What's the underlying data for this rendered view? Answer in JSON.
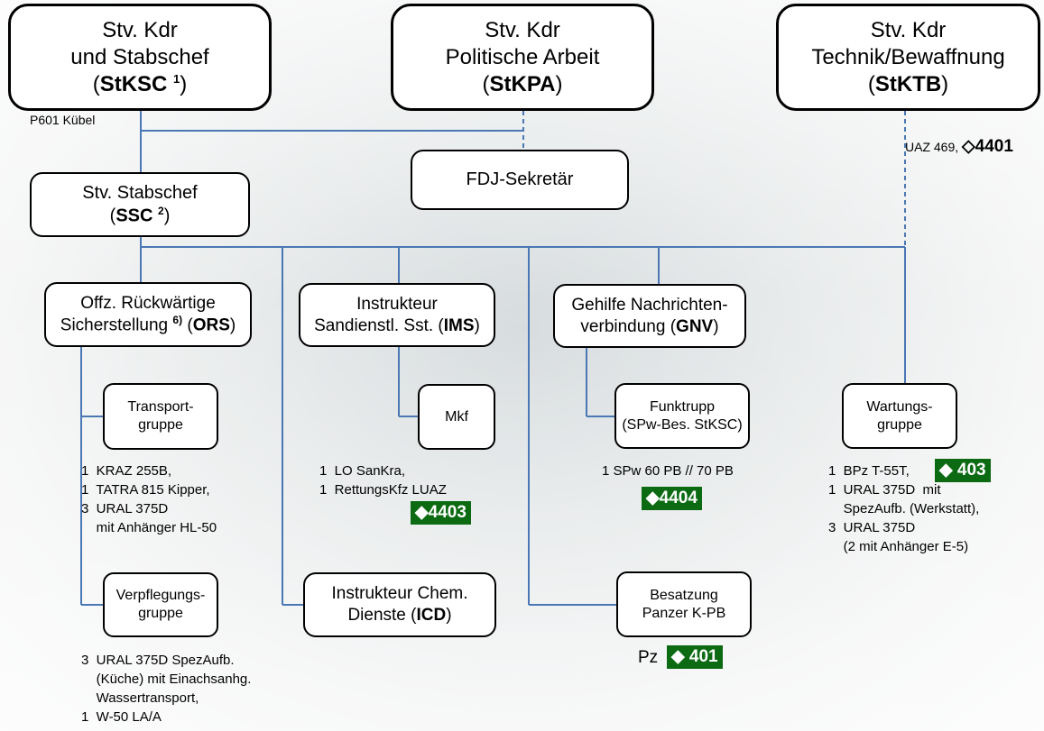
{
  "colors": {
    "line": "#4a78b5",
    "badge_bg": "#0b6a12",
    "badge_text": "#ffffff"
  },
  "diamond_filled": "◆",
  "diamond_outline": "◇",
  "nodes": {
    "stksc": {
      "line1": "Stv. Kdr",
      "line2": "und Stabschef",
      "abbr": "StKSC",
      "note": "1"
    },
    "stkpa": {
      "line1": "Stv. Kdr",
      "line2": "Politische Arbeit",
      "abbr": "StKPA"
    },
    "stktb": {
      "line1": "Stv. Kdr",
      "line2": "Technik/Bewaffnung",
      "abbr": "StKTB"
    },
    "ssc": {
      "line1": "Stv. Stabschef",
      "abbr": "SSC",
      "note": "2"
    },
    "fdj": {
      "line1": "FDJ-Sekretär"
    },
    "ors": {
      "line1": "Offz. Rückwärtige",
      "line2": "Sicherstellung",
      "note": "6)",
      "abbr": "ORS"
    },
    "ims": {
      "line1": "Instrukteur",
      "line2": "Sandienstl. Sst. (",
      "abbr": "IMS"
    },
    "gnv": {
      "line1": "Gehilfe Nachrichten-",
      "line2": "verbindung (",
      "abbr": "GNV"
    },
    "transport": {
      "line1": "Transport-",
      "line2": "gruppe"
    },
    "mkf": {
      "line1": "Mkf"
    },
    "funktrupp": {
      "line1": "Funktrupp",
      "line2": "(SPw-Bes. StKSC)"
    },
    "wartung": {
      "line1": "Wartungs-",
      "line2": "gruppe"
    },
    "verpflegung": {
      "line1": "Verpflegungs-",
      "line2": "gruppe"
    },
    "icd": {
      "line1": "Instrukteur Chem.",
      "line2": "Dienste (",
      "abbr": "ICD"
    },
    "besatzung": {
      "line1": "Besatzung",
      "line2": "Panzer K-PB"
    }
  },
  "annotations": {
    "stksc_vehicle": "P601 Kübel",
    "stktb_vehicle": "UAZ 469,",
    "stktb_code": "4401",
    "transport_list": [
      "1  KRAZ 255B,",
      "1  TATRA 815 Kipper,",
      "3  URAL 375D",
      "    mit Anhänger HL-50"
    ],
    "mkf_list": [
      "1  LO SanKra,",
      "1  RettungsKfz LUAZ"
    ],
    "mkf_code": "4403",
    "funk_list": "1 SPw 60 PB // 70 PB",
    "funk_code": "4404",
    "wartung_first": "1  BPz T-55T,",
    "wartung_code": "403",
    "wartung_list": [
      "1  URAL 375D  mit",
      "    SpezAufb. (Werkstatt),",
      "3  URAL 375D",
      "    (2 mit Anhänger E-5)"
    ],
    "verpflegung_list": [
      "3  URAL 375D SpezAufb.",
      "    (Küche) mit Einachsanhg.",
      "    Wassertransport,",
      "1  W-50 LA/A"
    ],
    "besatzung_prefix": "Pz",
    "besatzung_code": "401"
  }
}
